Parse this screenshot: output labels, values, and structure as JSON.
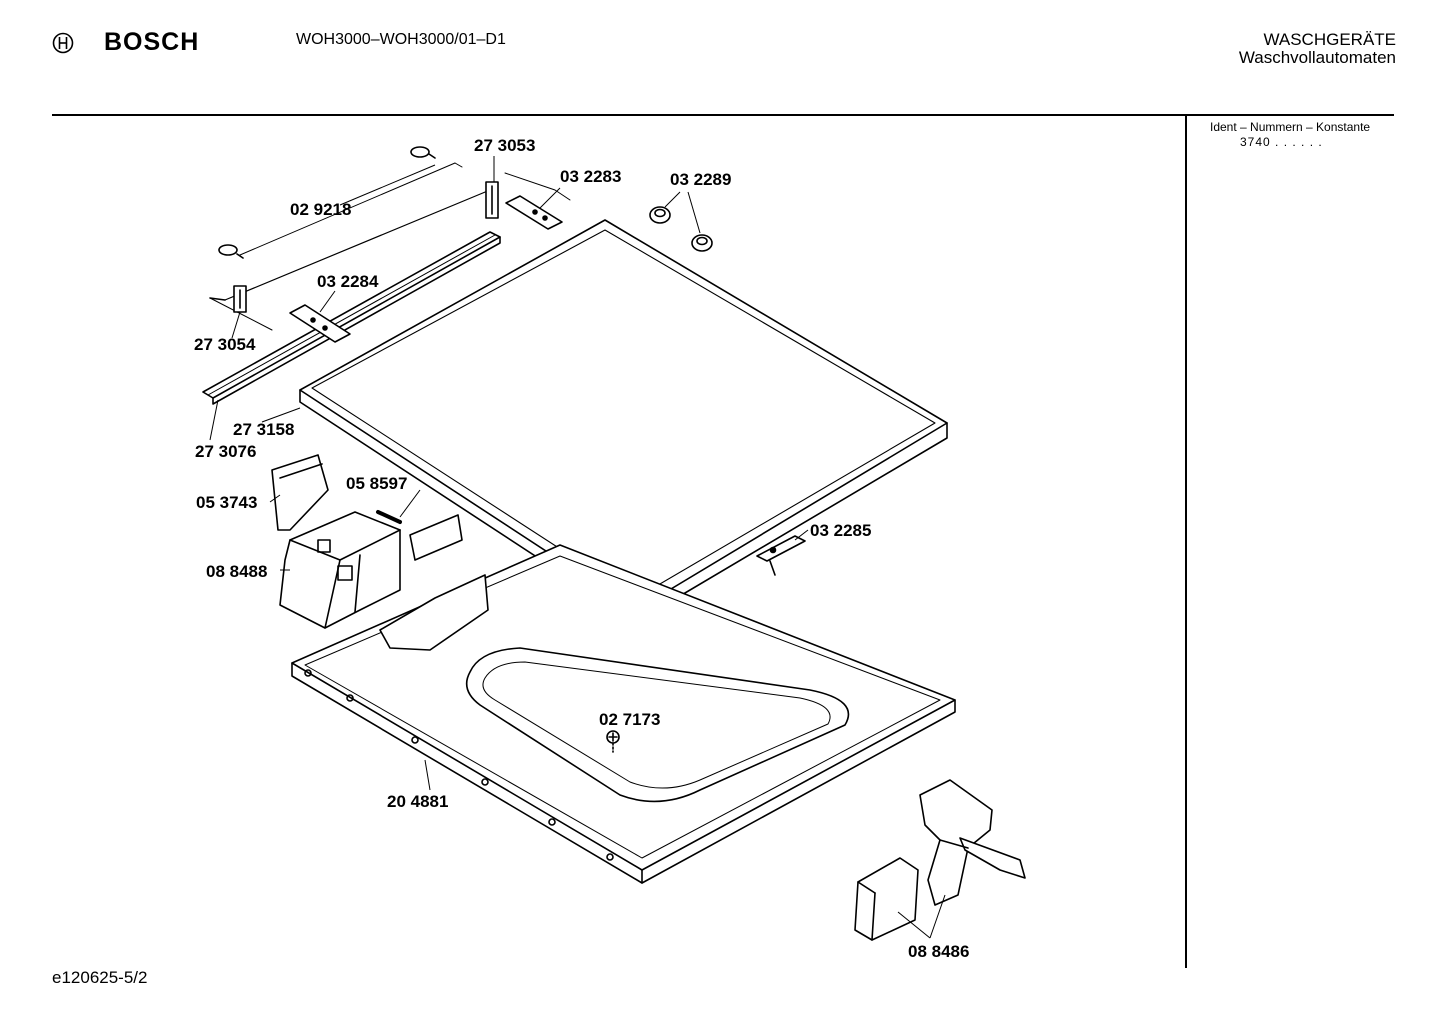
{
  "header": {
    "brand": "BOSCH",
    "model": "WOH3000–WOH3000/01–D1",
    "category_1": "WASCHGERÄTE",
    "category_2": "Waschvollautomaten"
  },
  "ident": {
    "title": "Ident – Nummern – Konstante",
    "value": "3740 . . . . . ."
  },
  "parts": {
    "p029218": "02 9218",
    "p273053": "27 3053",
    "p032283": "03 2283",
    "p032289": "03 2289",
    "p032284": "03 2284",
    "p273054": "27 3054",
    "p273158": "27 3158",
    "p273076": "27 3076",
    "p053743": "05 3743",
    "p058597": "05 8597",
    "p088488": "08 8488",
    "p032285": "03 2285",
    "p027173": "02 7173",
    "p204881": "20 4881",
    "p088486": "08 8486"
  },
  "footer": {
    "code": "e120625-5/2"
  }
}
